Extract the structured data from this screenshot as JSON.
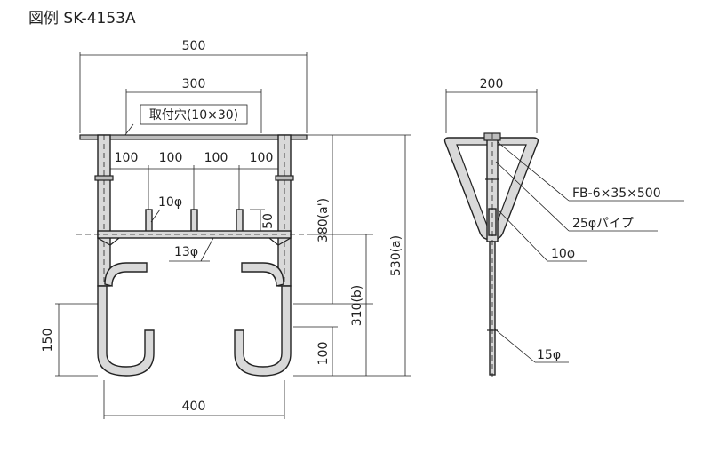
{
  "title": "図例 SK-4153A",
  "front_view": {
    "dim_total_width": "500",
    "dim_hole_pitch": "300",
    "mounting_hole_label": "取付穴(10×30)",
    "dim_post_spacing": [
      "100",
      "100",
      "100",
      "100"
    ],
    "rod_diameter_label": "10φ",
    "dim_rod_height": "50",
    "bar_diameter_label": "13φ",
    "dim_hook_spacing": "400",
    "dim_hook_length": "150",
    "dim_380": "380(a')",
    "dim_310": "310(b)",
    "dim_530": "530(a)",
    "dim_100": "100"
  },
  "side_view": {
    "dim_width": "200",
    "label_flat_bar": "FB-6×35×500",
    "label_pipe": "25φパイプ",
    "label_10": "10φ",
    "label_15": "15φ"
  }
}
